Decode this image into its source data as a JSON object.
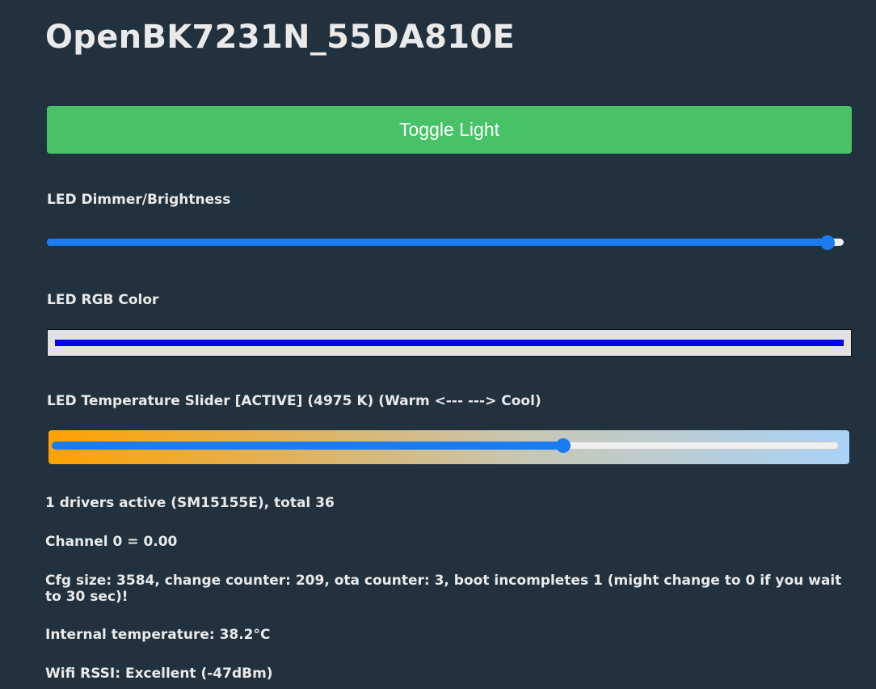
{
  "device": {
    "title": "OpenBK7231N_55DA810E"
  },
  "toggle": {
    "label": "Toggle Light"
  },
  "dimmer": {
    "label": "LED Dimmer/Brightness",
    "value_percent": 98
  },
  "rgb": {
    "label": "LED RGB Color",
    "color": "#0000ff"
  },
  "temperature": {
    "label": "LED Temperature Slider [ACTIVE] (4975 K) (Warm <--- ---> Cool)",
    "position_percent": 65
  },
  "colors": {
    "background": "#21313e",
    "button": "#47c266",
    "slider_accent": "#1a7cf0"
  },
  "info": {
    "drivers": "1 drivers active (SM15155E), total 36",
    "channel": "Channel 0 = 0.00",
    "cfg": "Cfg size: 3584, change counter: 209, ota counter: 3, boot incompletes 1 (might change to 0 if you wait to 30 sec)!",
    "internal_temp": "Internal temperature: 38.2°C",
    "wifi": "Wifi RSSI: Excellent (-47dBm)"
  }
}
